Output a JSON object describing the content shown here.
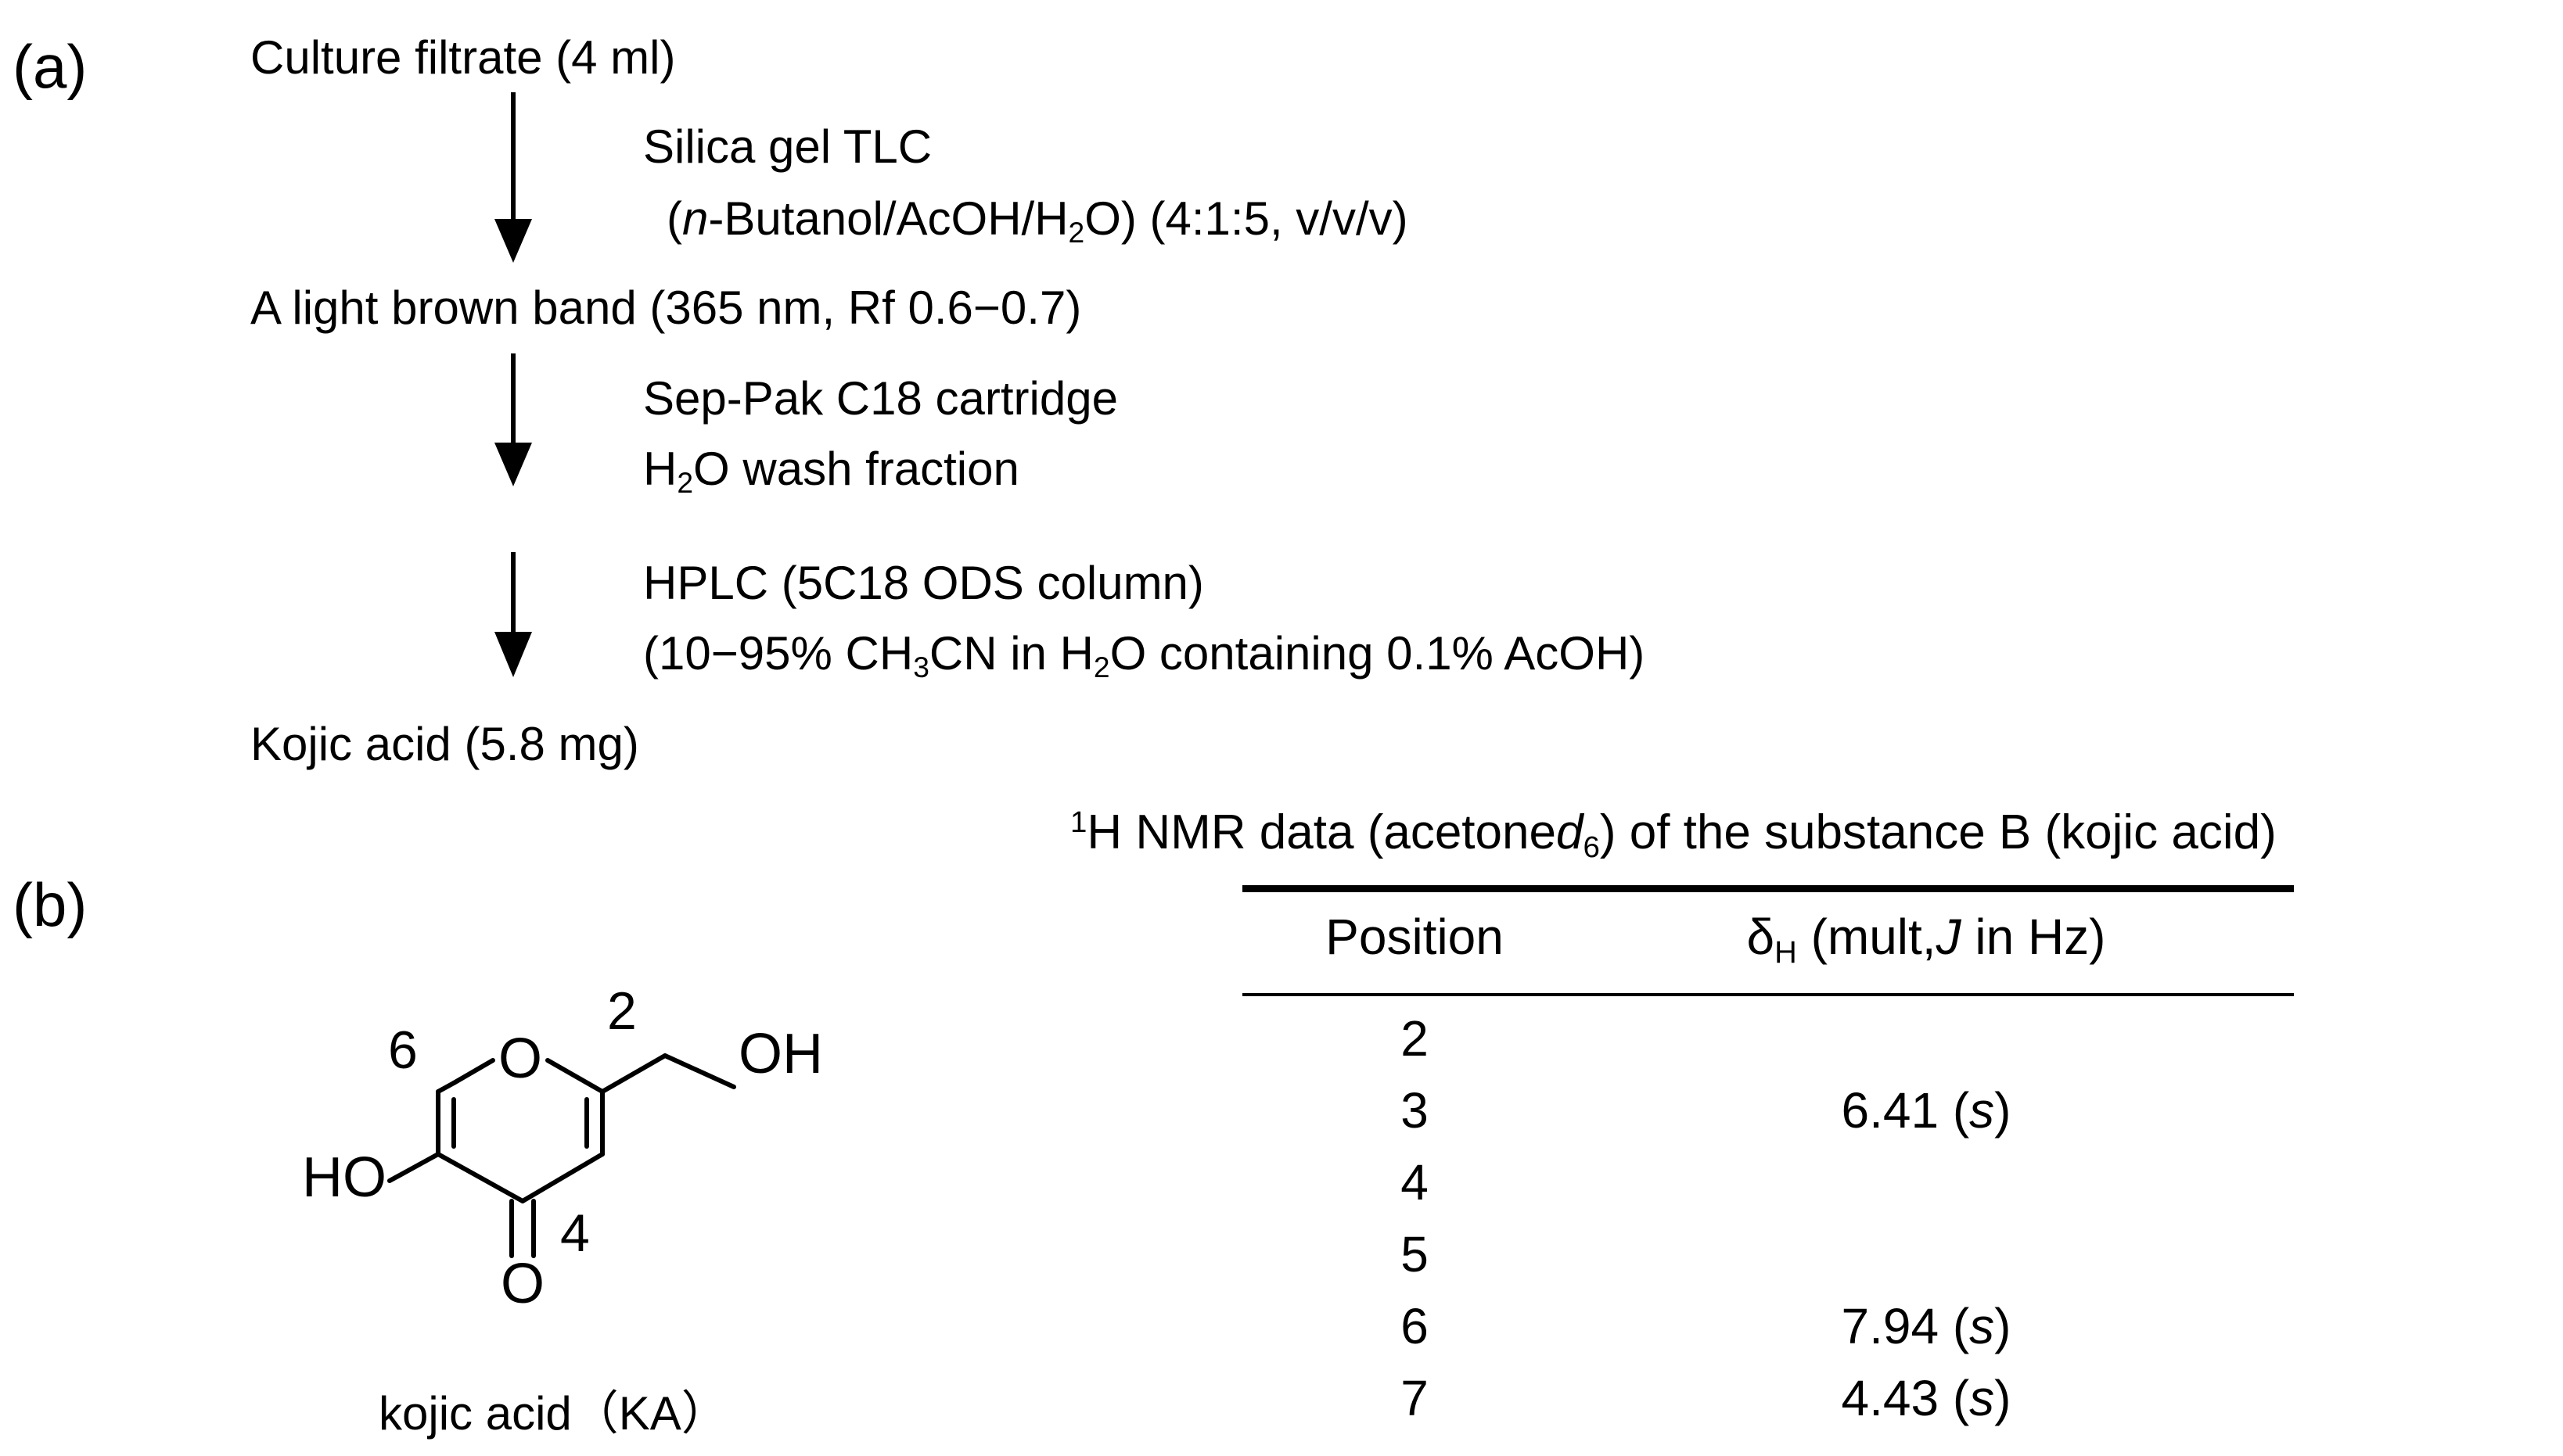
{
  "panel_a": {
    "label": "(a)",
    "steps": {
      "start": "Culture filtrate (4 ml)",
      "band": "A light brown band (365 nm, Rf 0.6−0.7)",
      "product": "Kojic acid (5.8 mg)"
    },
    "step1": {
      "line1": "Silica gel TLC",
      "line2_open": "(",
      "line2_italic": "n",
      "line2_mid": "-Butanol/AcOH/H",
      "line2_sub": "2",
      "line2_end": "O) (4:1:5, v/v/v)"
    },
    "step2": {
      "line1": "Sep-Pak C18 cartridge",
      "line2_pre": "H",
      "line2_sub": "2",
      "line2_post": "O wash fraction"
    },
    "step3": {
      "line1": "HPLC (5C18 ODS column)",
      "line2_a": "(10−95% CH",
      "line2_sub1": "3",
      "line2_b": "CN in H",
      "line2_sub2": "2",
      "line2_c": "O containing 0.1% AcOH)"
    }
  },
  "panel_b": {
    "label": "(b)",
    "structure": {
      "caption": "kojic acid（KA）",
      "atom_o_ring": "O",
      "atom_oh": "OH",
      "atom_ho": "HO",
      "atom_o_carbonyl": "O",
      "num_6": "6",
      "num_2": "2",
      "num_4": "4"
    },
    "table": {
      "title_sup": "1",
      "title_a": "H NMR data (acetone",
      "title_italic": "d",
      "title_sub": "6",
      "title_b": ") of the substance B (kojic acid)",
      "col_position": "Position",
      "col_shift_delta": "δ",
      "col_shift_sub": "H",
      "col_shift_mid": " (mult,",
      "col_shift_italic": "J",
      "col_shift_end": " in Hz)",
      "rows": [
        {
          "position": "2",
          "value": "",
          "mult": ""
        },
        {
          "position": "3",
          "value": "6.41 (",
          "mult": "s"
        },
        {
          "position": "4",
          "value": "",
          "mult": ""
        },
        {
          "position": "5",
          "value": "",
          "mult": ""
        },
        {
          "position": "6",
          "value": "7.94 (",
          "mult": "s"
        },
        {
          "position": "7",
          "value": "4.43 (",
          "mult": "s"
        }
      ],
      "row_close": ")"
    }
  }
}
